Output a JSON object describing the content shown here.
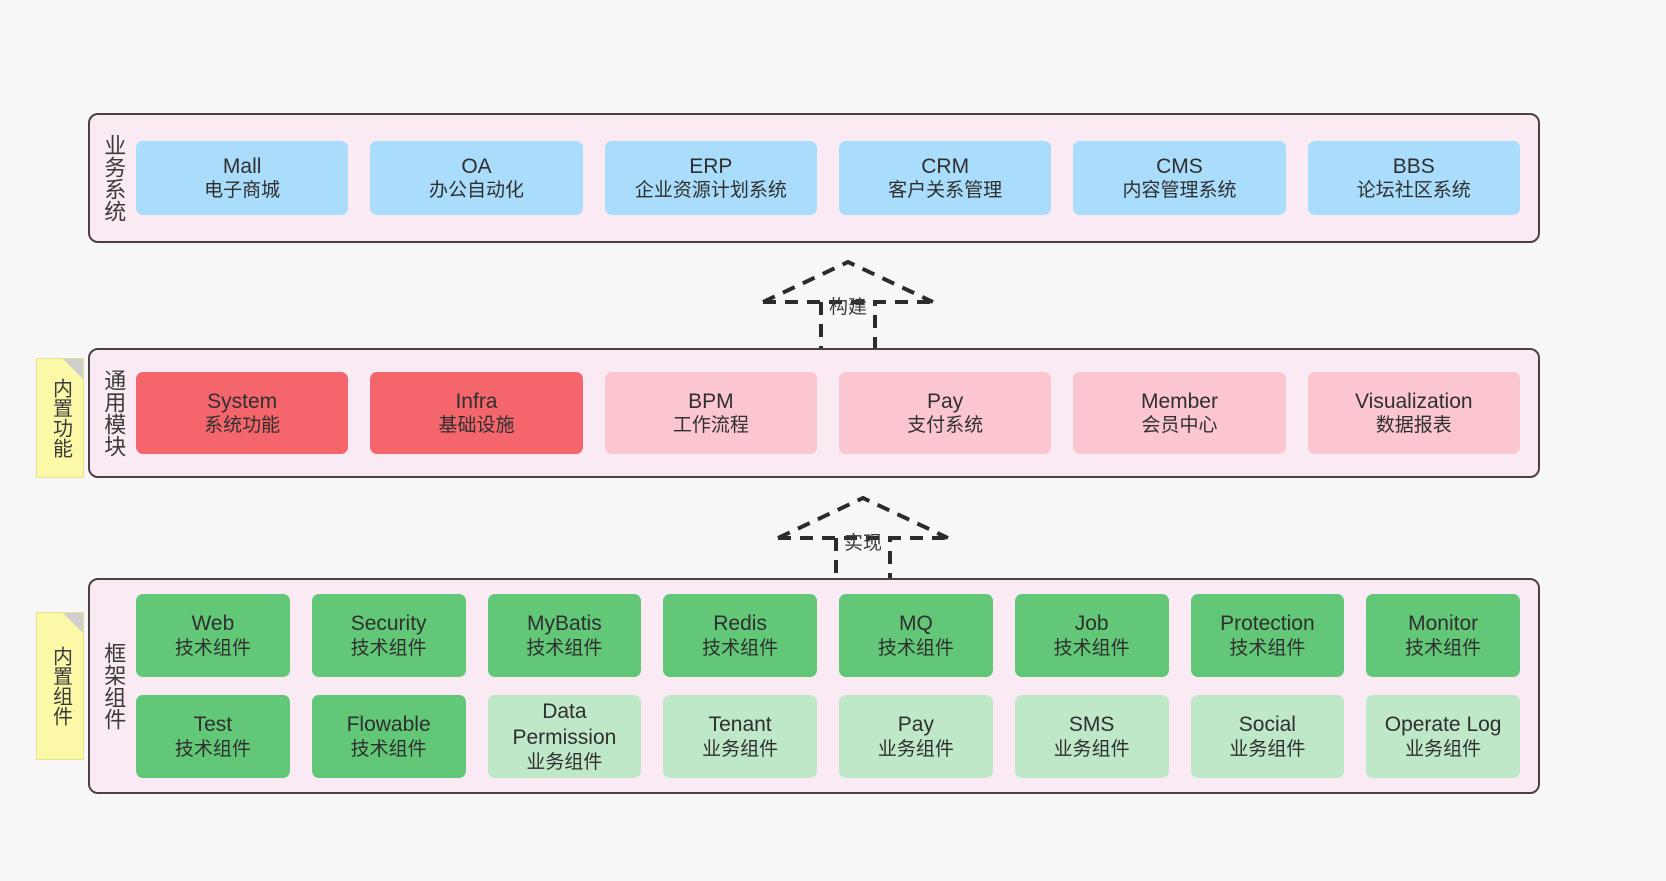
{
  "diagram": {
    "background_color": "#f7f7f7",
    "layer_border_color": "#4d4045",
    "layer_fill_color": "#f9eaf4",
    "note_fill_color": "#fbf8a8",
    "colors": {
      "business": "#aadcfb",
      "core_module": "#f4666c",
      "module": "#fbc6cf",
      "tech_component": "#62c878",
      "biz_component": "#bfe8c8"
    }
  },
  "layers": {
    "business": {
      "title": "业务系统",
      "nodes": [
        {
          "name": "Mall",
          "desc": "电子商城",
          "style": "blue"
        },
        {
          "name": "OA",
          "desc": "办公自动化",
          "style": "blue"
        },
        {
          "name": "ERP",
          "desc": "企业资源计划系统",
          "style": "blue"
        },
        {
          "name": "CRM",
          "desc": "客户关系管理",
          "style": "blue"
        },
        {
          "name": "CMS",
          "desc": "内容管理系统",
          "style": "blue"
        },
        {
          "name": "BBS",
          "desc": "论坛社区系统",
          "style": "blue"
        }
      ]
    },
    "common": {
      "title": "通用模块",
      "note": "内置功能",
      "nodes": [
        {
          "name": "System",
          "desc": "系统功能",
          "style": "red"
        },
        {
          "name": "Infra",
          "desc": "基础设施",
          "style": "red"
        },
        {
          "name": "BPM",
          "desc": "工作流程",
          "style": "pink"
        },
        {
          "name": "Pay",
          "desc": "支付系统",
          "style": "pink"
        },
        {
          "name": "Member",
          "desc": "会员中心",
          "style": "pink"
        },
        {
          "name": "Visualization",
          "desc": "数据报表",
          "style": "pink"
        }
      ]
    },
    "framework": {
      "title": "框架组件",
      "note": "内置组件",
      "row1": [
        {
          "name": "Web",
          "desc": "技术组件",
          "style": "green"
        },
        {
          "name": "Security",
          "desc": "技术组件",
          "style": "green"
        },
        {
          "name": "MyBatis",
          "desc": "技术组件",
          "style": "green"
        },
        {
          "name": "Redis",
          "desc": "技术组件",
          "style": "green"
        },
        {
          "name": "MQ",
          "desc": "技术组件",
          "style": "green"
        },
        {
          "name": "Job",
          "desc": "技术组件",
          "style": "green"
        },
        {
          "name": "Protection",
          "desc": "技术组件",
          "style": "green"
        },
        {
          "name": "Monitor",
          "desc": "技术组件",
          "style": "green"
        }
      ],
      "row2": [
        {
          "name": "Test",
          "desc": "技术组件",
          "style": "green"
        },
        {
          "name": "Flowable",
          "desc": "技术组件",
          "style": "green"
        },
        {
          "name": "Data Permission",
          "desc": "业务组件",
          "style": "lgreen"
        },
        {
          "name": "Tenant",
          "desc": "业务组件",
          "style": "lgreen"
        },
        {
          "name": "Pay",
          "desc": "业务组件",
          "style": "lgreen"
        },
        {
          "name": "SMS",
          "desc": "业务组件",
          "style": "lgreen"
        },
        {
          "name": "Social",
          "desc": "业务组件",
          "style": "lgreen"
        },
        {
          "name": "Operate Log",
          "desc": "业务组件",
          "style": "lgreen"
        }
      ]
    }
  },
  "connectors": [
    {
      "id": "build",
      "label": "构建",
      "direction": "up",
      "style": "dashed-generalization"
    },
    {
      "id": "realize",
      "label": "实现",
      "direction": "up",
      "style": "dashed-generalization"
    }
  ]
}
